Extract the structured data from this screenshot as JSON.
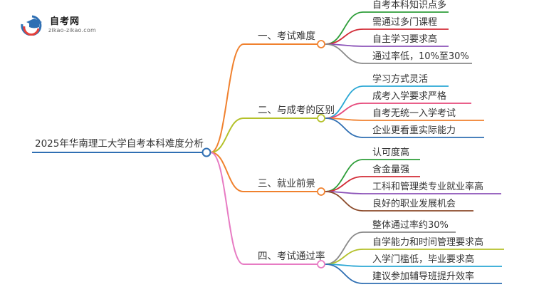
{
  "logo": {
    "name": "自考网",
    "url": "zikao-zikao.com"
  },
  "root": "2025年华南理工大学自考本科难度分析",
  "branches": [
    {
      "label": "一、考试难度",
      "color": "#F0812E",
      "children": [
        {
          "label": "自考本科知识点多",
          "color": "#2E9E3A"
        },
        {
          "label": "需通过多门课程",
          "color": "#D22B36"
        },
        {
          "label": "自主学习要求高",
          "color": "#8B52B8"
        },
        {
          "label": "通过率低，10%至30%",
          "color": "#8A8A8A"
        }
      ]
    },
    {
      "label": "二、与成考的区别",
      "color": "#B4C12A",
      "children": [
        {
          "label": "学习方式灵活",
          "color": "#2AA7D4"
        },
        {
          "label": "成考入学要求严格",
          "color": "#E6487A"
        },
        {
          "label": "自考无统一入学考试",
          "color": "#F0812E"
        },
        {
          "label": "企业更看重实际能力",
          "color": "#2F6FB3"
        }
      ]
    },
    {
      "label": "三、就业前景",
      "color": "#F0812E",
      "children": [
        {
          "label": "认可度高",
          "color": "#2E9E3A"
        },
        {
          "label": "含金量强",
          "color": "#D22B36"
        },
        {
          "label": "工科和管理类专业就业率高",
          "color": "#8B52B8"
        },
        {
          "label": "良好的职业发展机会",
          "color": "#8B4A2A"
        }
      ]
    },
    {
      "label": "四、考试通过率",
      "color": "#E77BC3",
      "children": [
        {
          "label": "整体通过率约30%",
          "color": "#8A8A8A"
        },
        {
          "label": "自学能力和时间管理要求高",
          "color": "#B4C12A"
        },
        {
          "label": "入学门槛低，毕业要求高",
          "color": "#2AA7D4"
        },
        {
          "label": "建议参加辅导班提升效率",
          "color": "#2F6FB3"
        }
      ]
    }
  ],
  "colors": {
    "root_line": "#2F6FB3",
    "root_node": "#2F6FB3"
  }
}
